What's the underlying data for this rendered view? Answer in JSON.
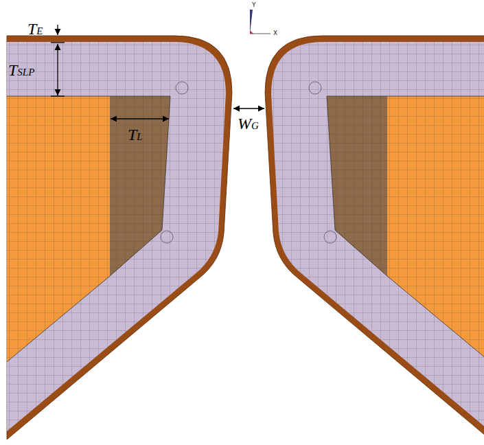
{
  "diagram": {
    "labels": [
      "TE",
      "TSLP",
      "TL",
      "WG",
      "Y",
      "X"
    ]
  }
}
